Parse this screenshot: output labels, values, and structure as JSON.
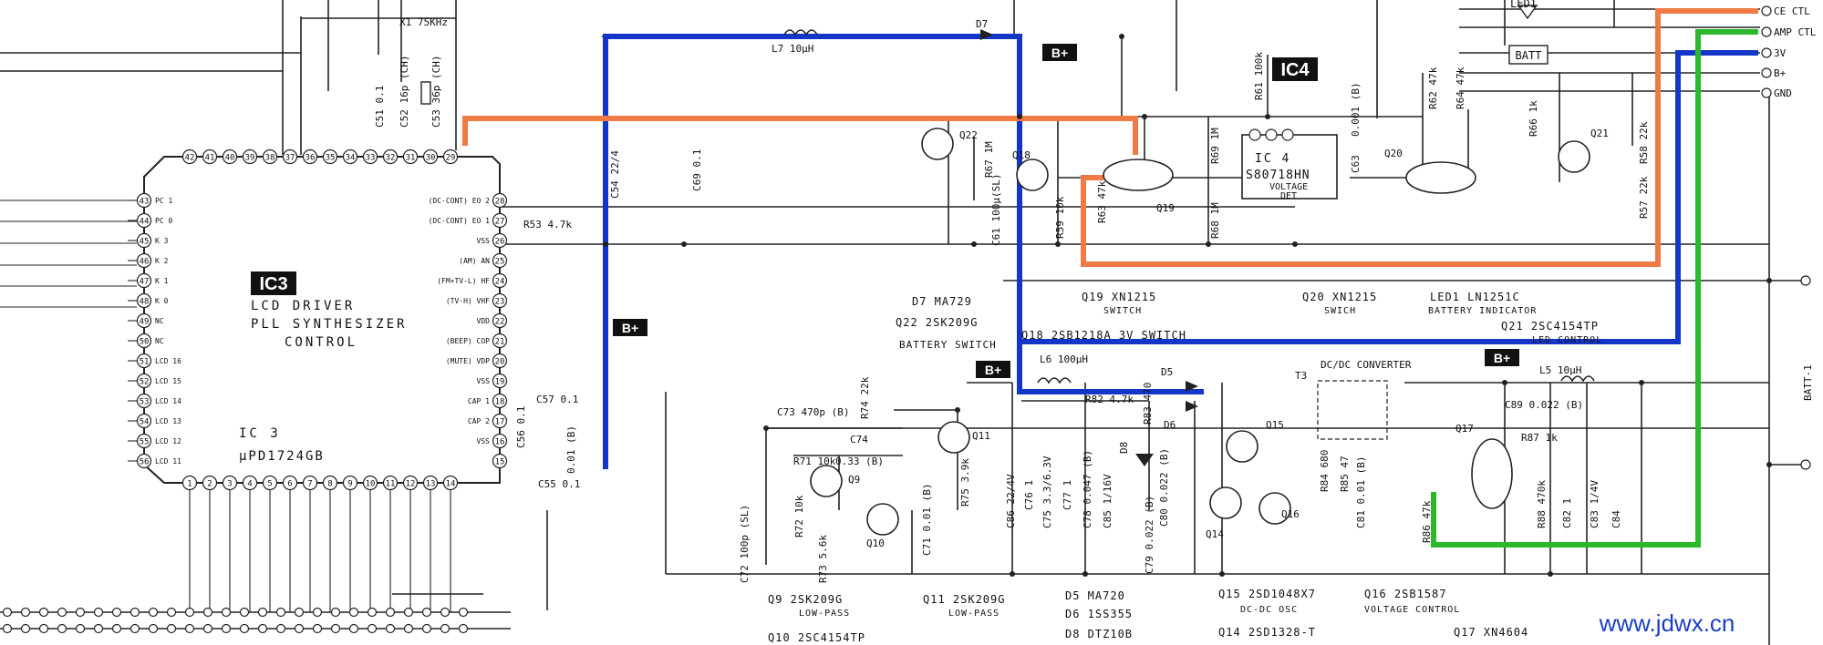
{
  "chips": {
    "ic3": {
      "badge": "IC3",
      "desc_line1": "LCD DRIVER",
      "desc_line2": "PLL SYNTHESIZER",
      "desc_line3": "CONTROL",
      "name": "IC 3",
      "part": "µPD1724GB",
      "top_pins": [
        "42",
        "41",
        "40",
        "39",
        "38",
        "37",
        "36",
        "35",
        "34",
        "33",
        "32",
        "31",
        "30",
        "29"
      ],
      "left_pins": [
        "43",
        "44",
        "45",
        "46",
        "47",
        "48",
        "49",
        "50",
        "51",
        "52",
        "53",
        "54",
        "55",
        "56"
      ],
      "right_pins": [
        "28",
        "27",
        "26",
        "25",
        "24",
        "23",
        "22",
        "21",
        "20",
        "19",
        "18",
        "17",
        "16",
        "15"
      ],
      "bottom_pins": [
        "1",
        "2",
        "3",
        "4",
        "5",
        "6",
        "7",
        "8",
        "9",
        "10",
        "11",
        "12",
        "13",
        "14"
      ],
      "left_labels": [
        "PC 1",
        "PC 0",
        "K 3",
        "K 2",
        "K 1",
        "K 0",
        "NC",
        "NC",
        "LCD 16",
        "LCD 15",
        "LCD 14",
        "LCD 13",
        "LCD 12",
        "LCD 11"
      ],
      "right_labels": [
        "(DC-CONT) EO 2",
        "(DC-CONT) EO 1",
        "VSS",
        "(AM) AN",
        "(FM+TV-L) HF",
        "(TV-H) VHF",
        "VDD",
        "(BEEP) COP",
        "(MUTE) VDP",
        "VSS",
        "CAP 1",
        "CAP 2",
        "VSS"
      ]
    },
    "ic4": {
      "badge": "IC4",
      "name": "IC 4",
      "part": "S80718HN",
      "desc_line1": "VOLTAGE",
      "desc_line2": "DET"
    }
  },
  "connector": {
    "labels": [
      "CE CTL",
      "AMP CTL",
      "3V",
      "B+",
      "GND"
    ]
  },
  "indicators": {
    "led": "LED1",
    "batt": "BATT"
  },
  "tags": {
    "bplus": "B+"
  },
  "parts": {
    "x1": "X1 75KHz",
    "l7": "L7 10µH",
    "d7": "D7",
    "c51": "C51 0.1",
    "c52": "C52 16p (CH)",
    "c53": "C53 36p (CH)",
    "c54": "C54 22/4",
    "c69": "C69 0.1",
    "r53": "R53 4.7k",
    "c57": "C57 0.1",
    "c56": "C56 0.1",
    "c55": "C55 0.1",
    "c_pin16": "0.01 (B)",
    "q22": "Q22",
    "r67": "R67 1M",
    "q18": "Q18",
    "c61": "C61 100µ(SL)",
    "r59": "R59 10k",
    "r63": "R63 47k",
    "q19": "Q19",
    "r69": "R69 1M",
    "r68": "R68 1M",
    "r61": "R61 100k",
    "c_ic4": "0.001 (B)",
    "c63": "C63",
    "r62": "R62 47k",
    "r64": "R64 47k",
    "q20": "Q20",
    "r66": "R66 1k",
    "q21": "Q21",
    "r58": "R58 22k",
    "r57": "R57 22k",
    "l6": "L6 100µH",
    "d5": "D5",
    "d6": "D6",
    "t3": "T3",
    "dcdc": "DC/DC CONVERTER",
    "l5": "L5 10µH",
    "c89": "C89 0.022 (B)",
    "r87": "R87 1k",
    "r82": "R82 4.7k",
    "r83": "R83 470",
    "c73": "C73 470p (B)",
    "r74": "R74 22k",
    "c74": "C74",
    "r71": "R71 10k",
    "c_q9": "0.33 (B)",
    "q9": "Q9",
    "q11": "Q11",
    "r72": "R72 10k",
    "r73": "R73 5.6k",
    "q10": "Q10",
    "c71": "C71 0.01 (B)",
    "r75": "R75 3.9k",
    "c72": "C72 100p (SL)",
    "c86": "C86 22/4V",
    "c76": "C76 1",
    "c75": "C75 3.3/6.3V",
    "c77": "C77 1",
    "c78": "C78 0.047 (B)",
    "c85": "C85 1/16V",
    "d8": "D8",
    "c80": "C80 0.022 (B)",
    "c79": "C79 0.022 (B)",
    "q15": "Q15",
    "q14": "Q14",
    "q16": "Q16",
    "r84": "R84 680",
    "r85": "R85 47",
    "c81": "C81 0.01 (B)",
    "q17": "Q17",
    "r88": "R88 470k",
    "r86": "R86 47k",
    "c82": "C82 1",
    "c83": "C83 1/4V",
    "c84": "C84",
    "batt1": "BATT-1"
  },
  "captions": {
    "q19_cap": "Q19 XN1215",
    "q19_sub": "SWITCH",
    "q20_cap": "Q20 XN1215",
    "q20_sub": "SWICH",
    "led_cap": "LED1 LN1251C",
    "led_sub": "BATTERY INDICATOR",
    "d7_cap": "D7 MA729",
    "q22_cap": "Q22 2SK209G",
    "battsw": "BATTERY SWITCH",
    "q18_cap": "Q18 2SB1218A 3V SWITCH",
    "q21_cap": "Q21 2SC4154TP",
    "q21_sub": "LED CONTROL",
    "q9_cap": "Q9 2SK209G",
    "q9_sub": "LOW-PASS",
    "q11_cap": "Q11 2SK209G",
    "q11_sub": "LOW-PASS",
    "q10_cap": "Q10 2SC4154TP",
    "d5_cap": "D5 MA720",
    "d6_cap": "D6 1SS355",
    "d8_cap": "D8 DTZ10B",
    "q15_cap": "Q15 2SD1048X7",
    "q15_sub": "DC-DC OSC",
    "q14_cap": "Q14 2SD1328-T",
    "q16_cap": "Q16 2SB1587",
    "q16_sub": "VOLTAGE CONTROL",
    "q17_cap": "Q17 XN4604"
  },
  "watermark": "www.jdwx.cn",
  "colors": {
    "blue_trace": "#1436c8",
    "orange_trace": "#f07a45",
    "green_trace": "#2cb82c",
    "watermark": "#1a3fc4"
  }
}
